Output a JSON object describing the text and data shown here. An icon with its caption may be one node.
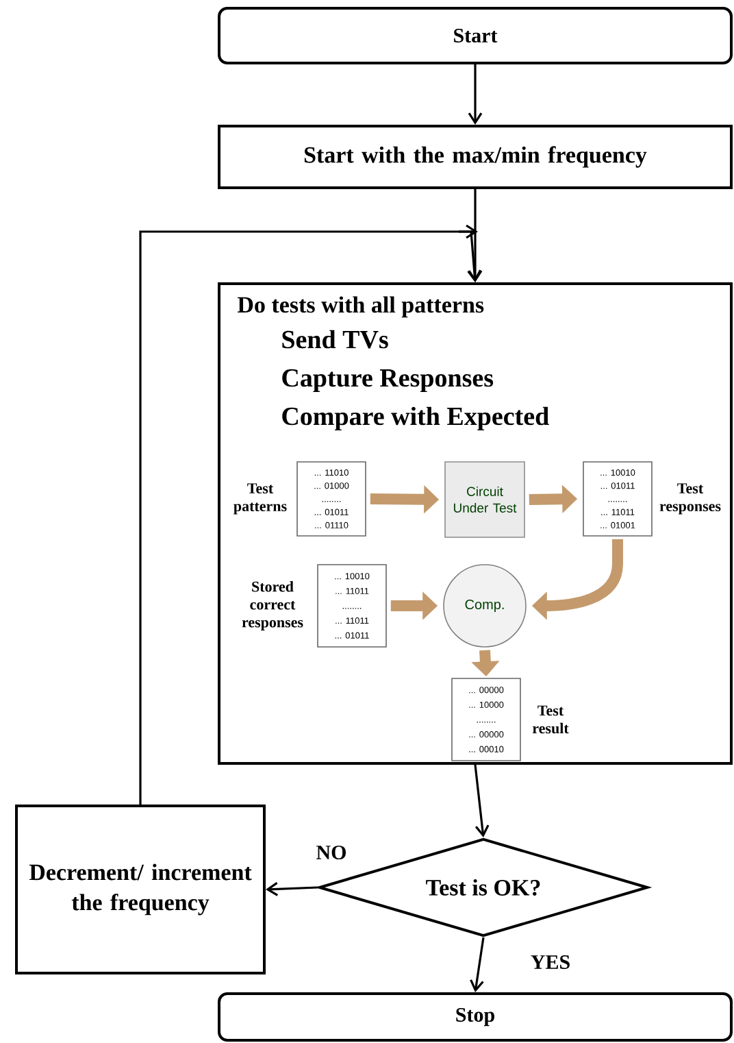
{
  "diagram": {
    "nodes": [
      {
        "text": [
          "Start"
        ]
      },
      {
        "text": [
          "Start with the max/min frequency"
        ]
      },
      {
        "text": [
          "Do tests with all patterns",
          "Send TVs",
          "Capture Responses",
          "Compare with Expected"
        ]
      },
      {
        "text": [
          "... 11010",
          "... 01000",
          "........",
          "... 01011",
          "... 01110"
        ],
        "beside": [
          "Test patterns"
        ],
        "in": 2
      },
      {
        "text": [
          "Circuit Under Test"
        ],
        "in": 2
      },
      {
        "text": [
          "... 10010",
          "... 01011",
          "........",
          "... 11011",
          "... 01001"
        ],
        "beside": [
          "Test responses"
        ],
        "in": 2
      },
      {
        "text": [
          "... 10010",
          "... 11011",
          "........",
          "... 11011",
          "... 01011"
        ],
        "beside": [
          "Stored correct responses"
        ],
        "in": 2
      },
      {
        "text": [
          "Comp."
        ],
        "in": 2
      },
      {
        "text": [
          "... 00000",
          "... 10000",
          "........",
          "... 00000",
          "... 00010"
        ],
        "beside": [
          "Test result"
        ],
        "in": 2
      },
      {
        "text": [
          "Test is OK?"
        ]
      },
      {
        "text": [
          "Decrement/ increment the frequency"
        ]
      },
      {
        "text": [
          "Stop"
        ]
      }
    ],
    "edges": [
      {
        "from": 0,
        "to": 1,
        "arrow": "to"
      },
      {
        "from": 1,
        "to": 2,
        "arrow": "to"
      },
      {
        "from": 3,
        "to": 4,
        "arrow": "to",
        "style": "thick",
        "color": "#c49a6c"
      },
      {
        "from": 4,
        "to": 5,
        "arrow": "to",
        "style": "thick",
        "color": "#c49a6c"
      },
      {
        "from": 6,
        "to": 7,
        "arrow": "to",
        "style": "thick",
        "color": "#c49a6c"
      },
      {
        "from": 5,
        "to": 7,
        "arrow": "to",
        "style": "thick",
        "color": "#c49a6c"
      },
      {
        "from": 7,
        "to": 8,
        "arrow": "to",
        "style": "thick",
        "color": "#c49a6c"
      },
      {
        "from": 2,
        "to": 9,
        "arrow": "to"
      },
      {
        "from": 9,
        "to": 10,
        "arrow": "to",
        "label": "NO"
      },
      {
        "from": 9,
        "to": 11,
        "arrow": "to",
        "label": "YES"
      },
      {
        "from": 10,
        "to": 2,
        "arrow": "to"
      }
    ]
  }
}
